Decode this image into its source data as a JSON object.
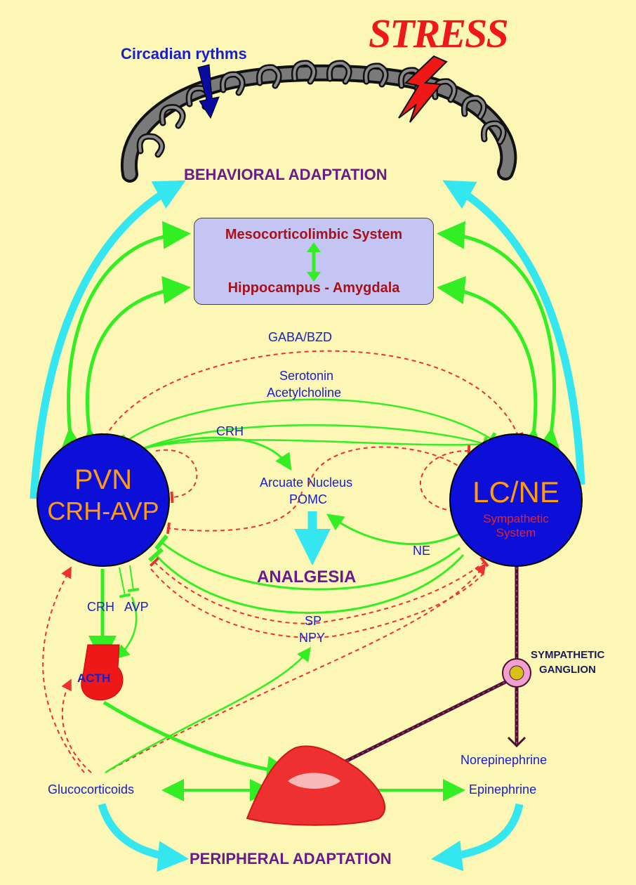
{
  "top": {
    "circadian": "Circadian rythms",
    "stress": "STRESS",
    "behavioral": "BEHAVIORAL ADAPTATION"
  },
  "box": {
    "line1": "Mesocorticolimbic System",
    "line2": "Hippocampus - Amygdala"
  },
  "signals": {
    "gaba": "GABA/BZD",
    "serotonin": "Serotonin",
    "acetylcholine": "Acetylcholine",
    "crh": "CRH",
    "arcuate": "Arcuate Nucleus",
    "pomc": "POMC",
    "analgesia": "ANALGESIA",
    "ne": "NE",
    "sp": "SP",
    "npy": "NPY",
    "crh_left": "CRH",
    "avp_left": "AVP"
  },
  "pvn": {
    "line1": "PVN",
    "line2": "CRH-AVP"
  },
  "lcne": {
    "line1": "LC/NE",
    "line2": "Sympathetic",
    "line3": "System"
  },
  "lower": {
    "acth": "ACTH",
    "ganglion1": "SYMPATHETIC",
    "ganglion2": "GANGLION",
    "norepinephrine": "Norepinephrine",
    "glucocorticoids": "Glucocorticoids",
    "epinephrine": "Epinephrine",
    "peripheral": "PERIPHERAL ADAPTATION"
  },
  "colors": {
    "background": "#fdf7b5",
    "stimulation": "#33ee22",
    "inhibition": "#ee3030",
    "adaptation": "#33e6f0",
    "nucleus": "#0b0fd8"
  }
}
